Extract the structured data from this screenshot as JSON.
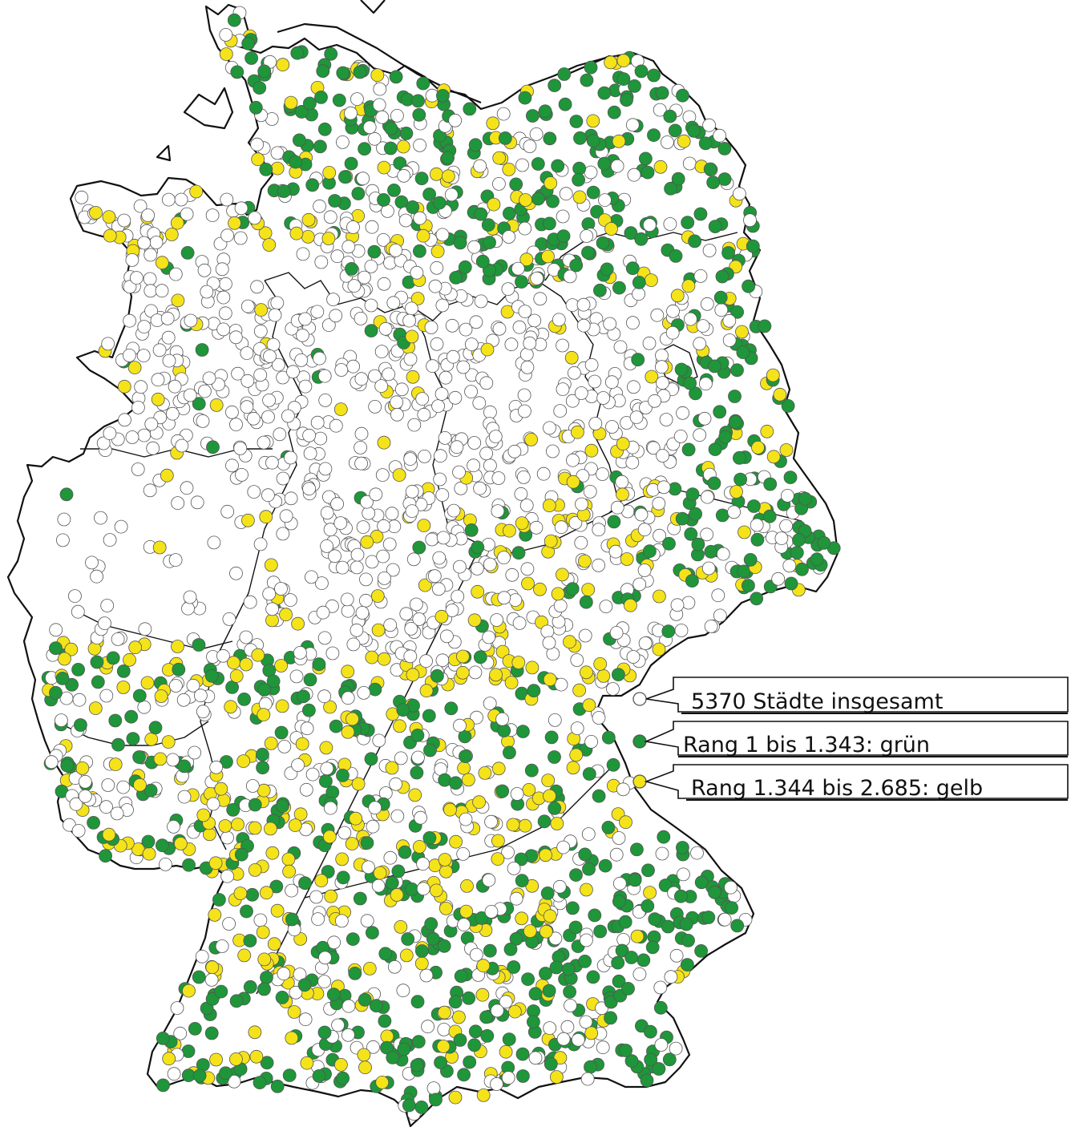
{
  "legend": {
    "total_label": "5370 Städte insgesamt",
    "green_label": "Rang 1 bis 1.343: grün",
    "yellow_label": "Rang 1.344 bis 2.685: gelb"
  },
  "colors": {
    "green": "#1e9639",
    "yellow": "#f5e31a",
    "white": "#ffffff",
    "outline": "#555555"
  },
  "marker_categories": [
    {
      "key": "white",
      "meaning": "5370 Städte insgesamt"
    },
    {
      "key": "green",
      "meaning": "Rang 1 bis 1.343: grün"
    },
    {
      "key": "yellow",
      "meaning": "Rang 1.344 bis 2.685: gelb"
    }
  ]
}
